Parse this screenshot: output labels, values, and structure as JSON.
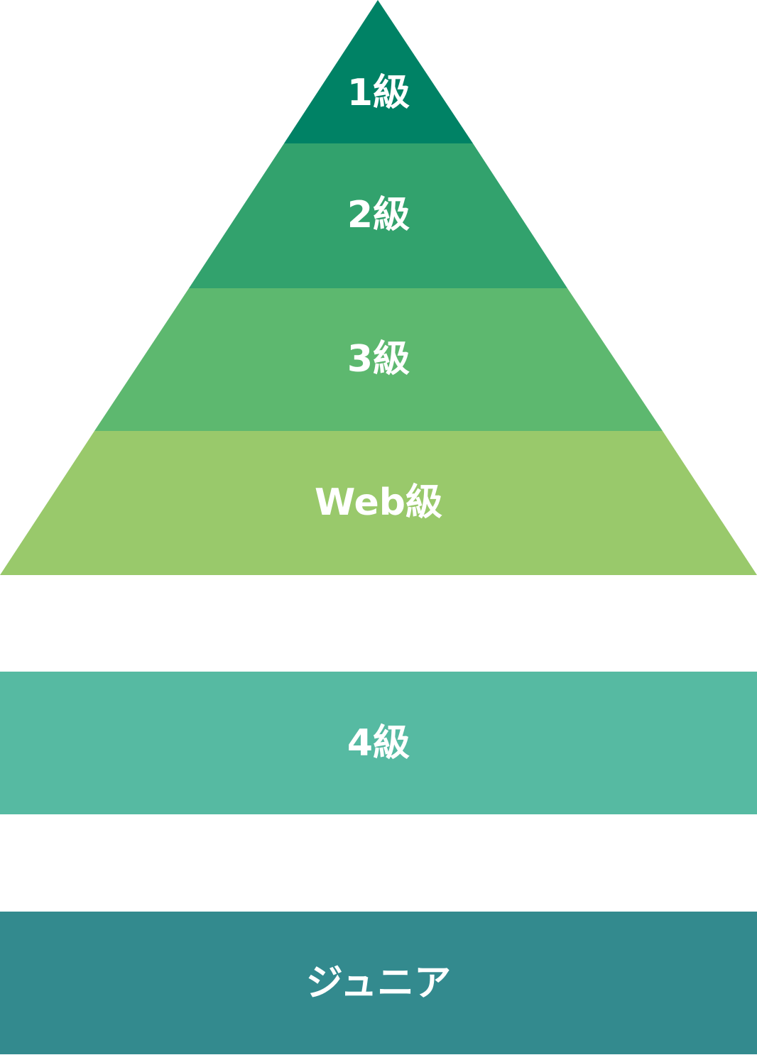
{
  "pyramid": {
    "tiers": [
      {
        "label": "1級",
        "color": "#008265"
      },
      {
        "label": "2級",
        "color": "#32a26d"
      },
      {
        "label": "3級",
        "color": "#5db86f"
      },
      {
        "label": "Web級",
        "color": "#99c96b"
      }
    ]
  },
  "bands": [
    {
      "label": "4級",
      "color": "#56baa2"
    },
    {
      "label": "ジュニア",
      "color": "#338a8e"
    }
  ]
}
